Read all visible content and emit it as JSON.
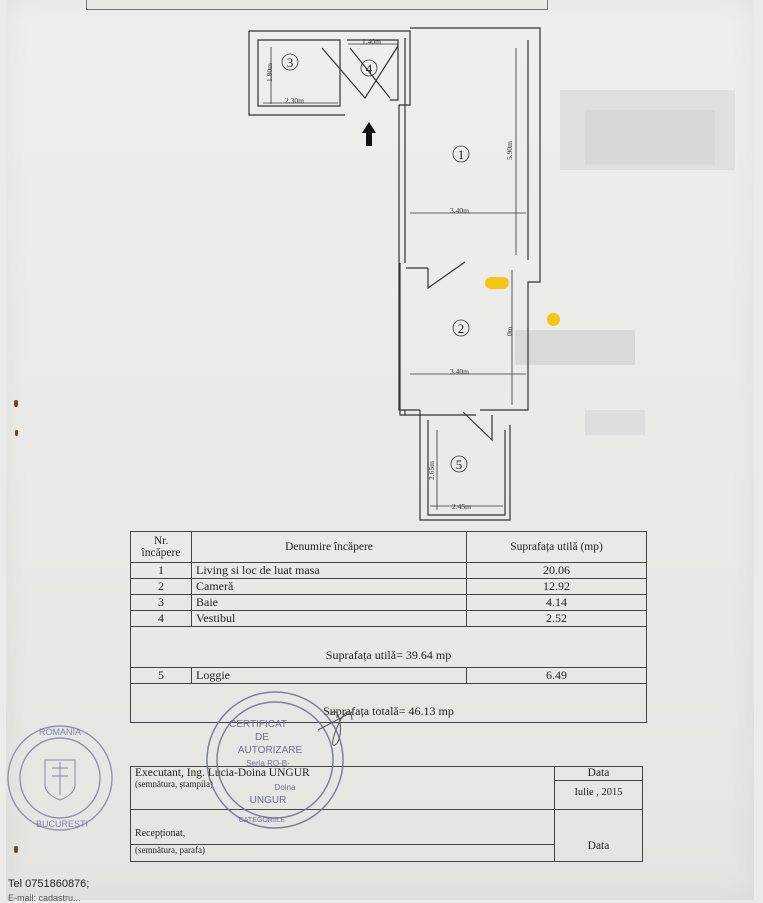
{
  "plan": {
    "rooms": [
      {
        "num": "1",
        "dim_width": "3.40m",
        "dim_length": "5.90m"
      },
      {
        "num": "2",
        "dim_width": "3.40m",
        "dim_length": "0m"
      },
      {
        "num": "3",
        "dim_width": "2.30m",
        "dim_length": "1.80m"
      },
      {
        "num": "4",
        "dim_width": "1.40m"
      },
      {
        "num": "5",
        "dim_width": "2.45m",
        "dim_length": "2.65m"
      }
    ],
    "entrance_arrow": "arrow-up-icon"
  },
  "table": {
    "headers": {
      "nr": "Nr. încăpere",
      "name": "Denumire încăpere",
      "area": "Suprafața utilă (mp)"
    },
    "rows": [
      {
        "nr": "1",
        "name": "Living si loc de luat masa",
        "area": "20.06"
      },
      {
        "nr": "2",
        "name": "Cameră",
        "area": "12.92"
      },
      {
        "nr": "3",
        "name": "Baie",
        "area": "4.14"
      },
      {
        "nr": "4",
        "name": "Vestibul",
        "area": "2.52"
      }
    ],
    "useful_total": "Suprafața utilă= 39.64 mp",
    "loggia": {
      "nr": "5",
      "name": "Loggie",
      "area": "6.49"
    },
    "grand_total": "Suprafața totală= 46.13 mp"
  },
  "signatures": {
    "executant": "Executant, Ing. Lucia-Doina UNGUR",
    "executant_note": "(semnătura, ștampila)",
    "data_label": "Data",
    "data_value": "Iulie , 2015",
    "receptionat": "Recepționat,",
    "receptionat_note": "(semnătura, parafa)",
    "data_label_2": "Data"
  },
  "stamp": {
    "line1": "CERTIFICAT",
    "line2": "DE",
    "line3": "AUTORIZARE",
    "line4": "Seria RO-B-",
    "line5": "Doina",
    "line6": "UNGUR",
    "line7": "CATEGORIILE"
  },
  "seal": {
    "top": "ROMANIA",
    "bottom": "BUCUREȘTI"
  },
  "footer": {
    "tel": "Tel 0751860876;",
    "mail": "E-mail: cadastru..."
  }
}
